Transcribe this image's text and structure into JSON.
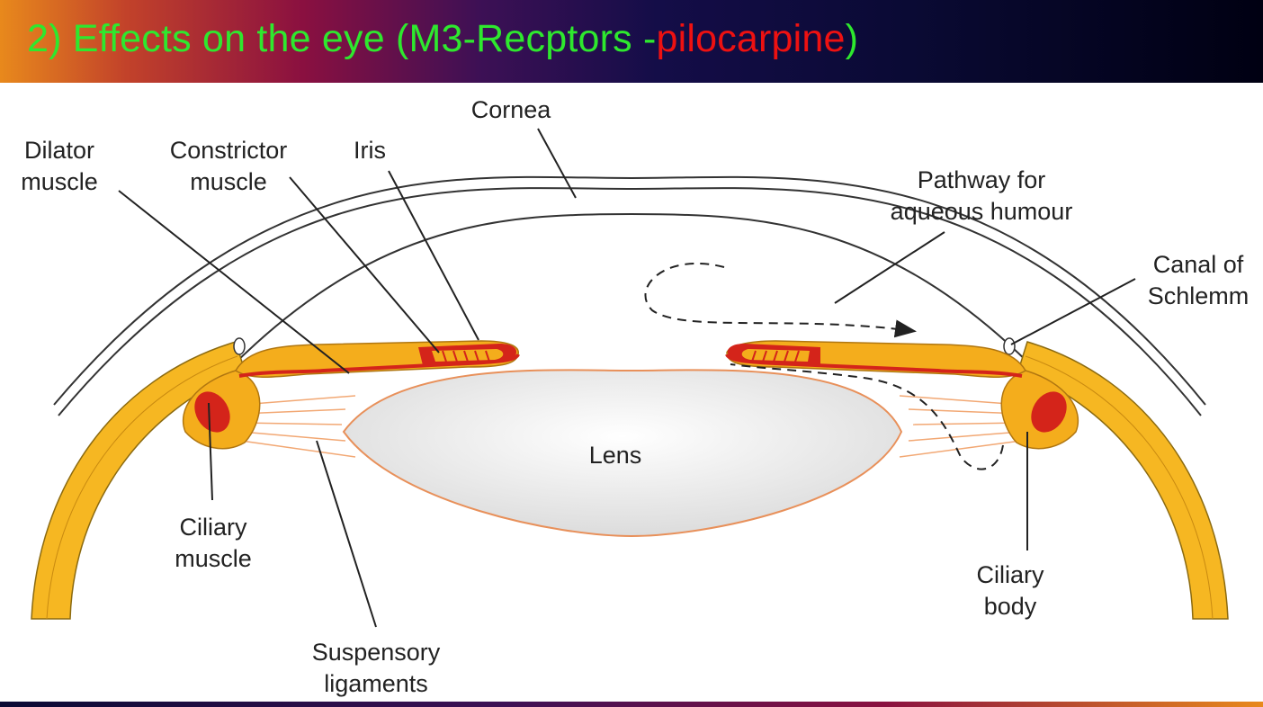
{
  "slide": {
    "title_main": "2) Effects on the eye (M3-Recptors -",
    "title_highlight": "pilocarpine",
    "title_end": ")",
    "title_color": "#2ee82e",
    "highlight_color": "#ee1111"
  },
  "diagram": {
    "labels": {
      "cornea": "Cornea",
      "dilator_1": "Dilator",
      "dilator_2": "muscle",
      "constrictor_1": "Constrictor",
      "constrictor_2": "muscle",
      "iris": "Iris",
      "pathway_1": "Pathway for",
      "pathway_2": "aqueous humour",
      "canal_1": "Canal of",
      "canal_2": "Schlemm",
      "lens": "Lens",
      "ciliary_muscle_1": "Ciliary",
      "ciliary_muscle_2": "muscle",
      "suspensory_1": "Suspensory",
      "suspensory_2": "ligaments",
      "ciliary_body_1": "Ciliary",
      "ciliary_body_2": "body"
    },
    "colors": {
      "sclera": "#f6b722",
      "iris": "#f4ad1c",
      "muscle_red": "#d4241a",
      "lens_fill": "#ededed",
      "ligament": "#f2a874",
      "line": "#222222"
    }
  }
}
